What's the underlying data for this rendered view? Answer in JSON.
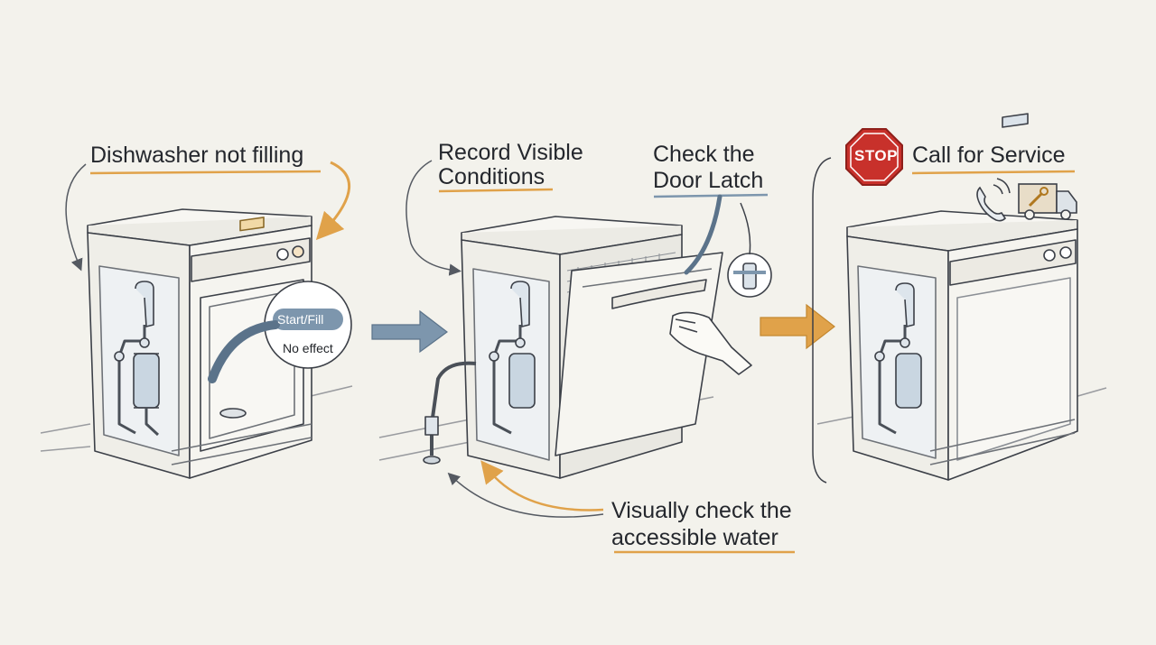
{
  "steps": [
    {
      "title": "Dishwasher not filling",
      "bubble_primary": "Start/Fill",
      "bubble_secondary": "No effect"
    },
    {
      "title_line1": "Record Visible",
      "title_line2": "Conditions",
      "latch_line1": "Check the",
      "latch_line2": "Door Latch",
      "water_line1": "Visually check the",
      "water_line2": "accessible water"
    },
    {
      "stop_sign": "STOP",
      "title": "Call for Service"
    }
  ],
  "colors": {
    "background": "#f3f2ec",
    "line": "#3c4048",
    "accent_orange": "#e0a24a",
    "accent_blue": "#7d96ad",
    "stop_red": "#c8312b",
    "pipe_blue": "#b9c9d8"
  },
  "icons": [
    "phone-icon",
    "service-truck-icon",
    "wrench-icon",
    "hand-icon",
    "stop-sign-icon"
  ]
}
